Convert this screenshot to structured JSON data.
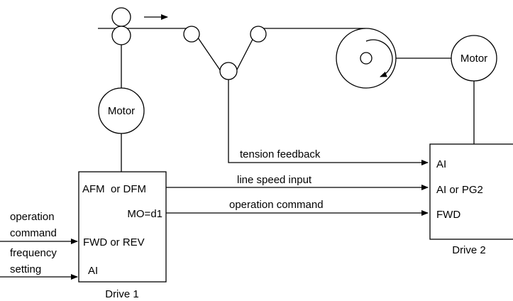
{
  "motors": {
    "left": "Motor",
    "right": "Motor"
  },
  "drive1": {
    "name": "Drive 1",
    "terminals": {
      "afm_dfm": "AFM  or DFM",
      "mo": "MO=d1",
      "fwd_rev": "FWD or REV",
      "ai": "AI"
    }
  },
  "drive2": {
    "name": "Drive 2",
    "terminals": {
      "ai": "AI",
      "ai_pg2": "AI or PG2",
      "fwd": "FWD"
    }
  },
  "signals": {
    "tension_feedback": "tension feedback",
    "line_speed_input": "line speed input",
    "operation_command": "operation command"
  },
  "inputs": {
    "operation_line1": "operation",
    "operation_line2": "command",
    "frequency_line1": "frequency",
    "frequency_line2": "setting"
  }
}
